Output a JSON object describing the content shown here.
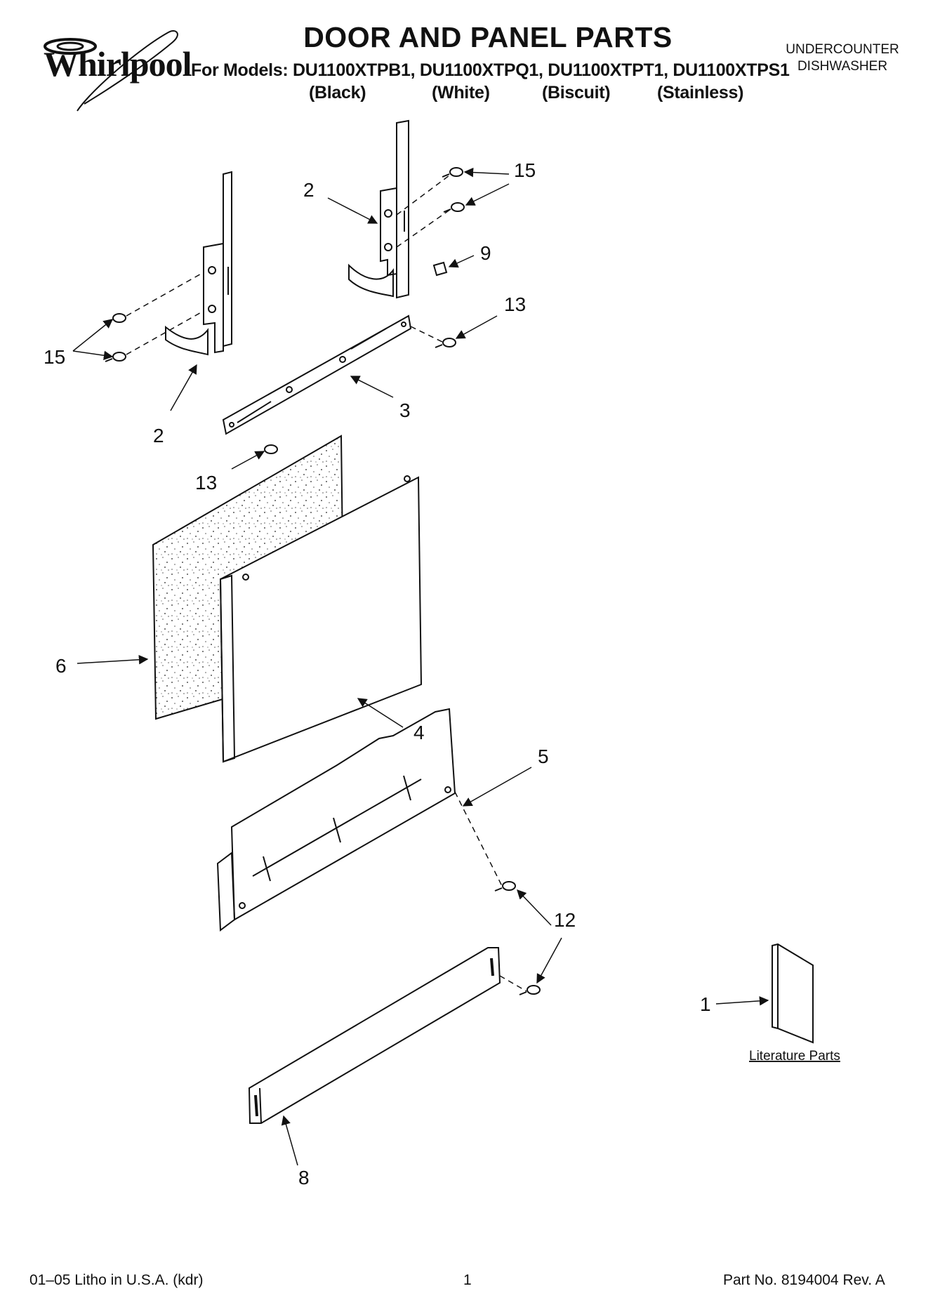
{
  "header": {
    "brand": "Whirlpool",
    "title": "DOOR AND PANEL PARTS",
    "models_line": "For Models: DU1100XTPB1, DU1100XTPQ1, DU1100XTPT1, DU1100XTPS1",
    "variants": [
      "(Black)",
      "(White)",
      "(Biscuit)",
      "(Stainless)"
    ],
    "product_line1": "UNDERCOUNTER",
    "product_line2": "DISHWASHER"
  },
  "callouts": {
    "c2a": "2",
    "c2b": "2",
    "c15a": "15",
    "c15b": "15",
    "c9": "9",
    "c13a": "13",
    "c13b": "13",
    "c3": "3",
    "c6": "6",
    "c4": "4",
    "c5": "5",
    "c12": "12",
    "c1": "1",
    "c8": "8"
  },
  "literature_label": "Literature Parts",
  "footer": {
    "left": "01–05 Litho in U.S.A. (kdr)",
    "page": "1",
    "right": "Part No. 8194004 Rev. A"
  }
}
